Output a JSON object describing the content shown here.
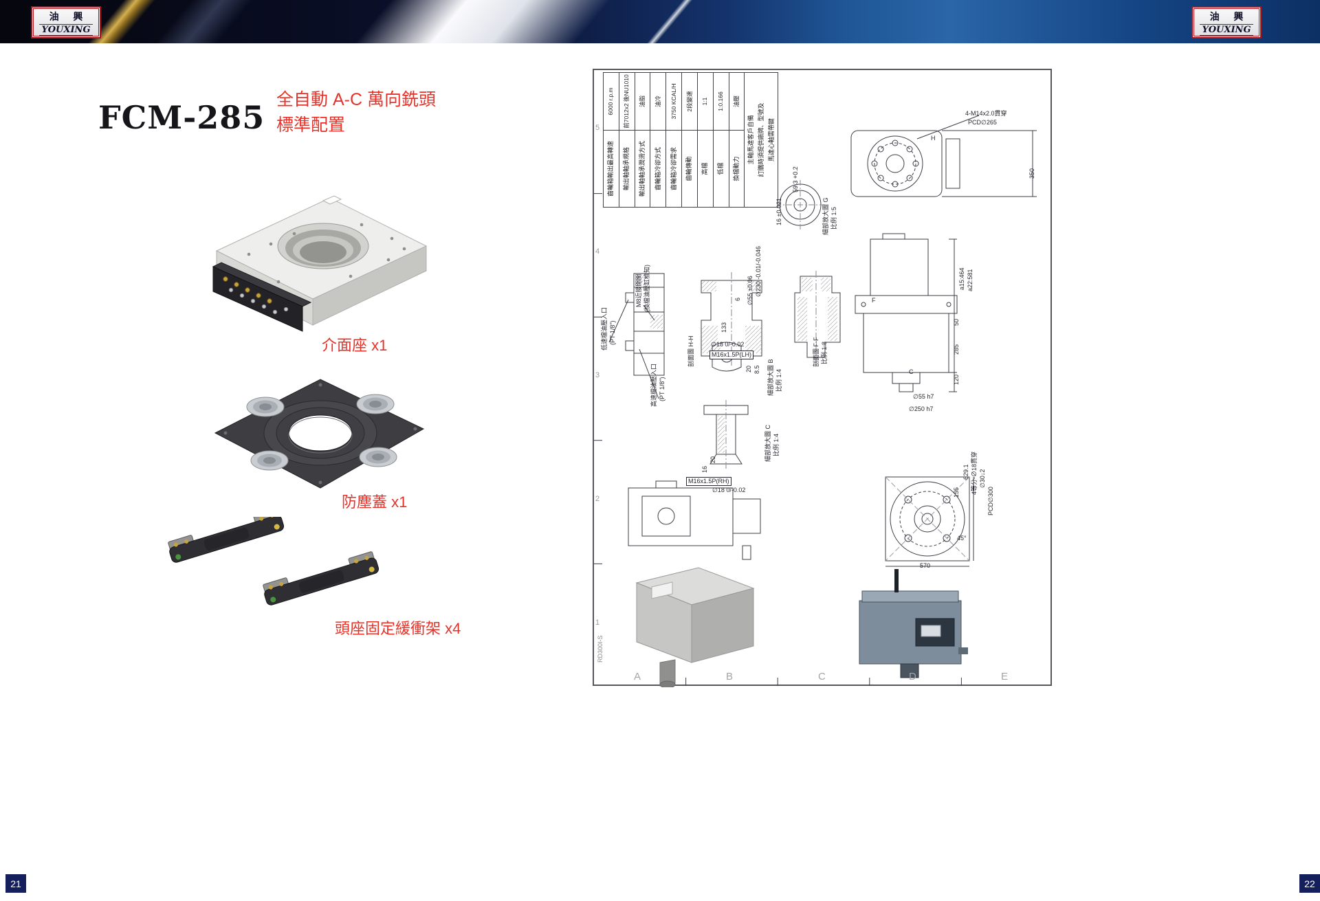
{
  "brand": {
    "name_cn": "油 興",
    "name_en": "YOUXING"
  },
  "left_page": {
    "model": "FCM-285",
    "subtitle_line1": "全自動 A-C 萬向銑頭",
    "subtitle_line2": "標準配置",
    "products": [
      {
        "label": "介面座 x1"
      },
      {
        "label": "防塵蓋 x1"
      },
      {
        "label": "頭座固定緩衝架 x4"
      }
    ],
    "page_number": "21"
  },
  "right_page": {
    "page_number": "22"
  },
  "drawing": {
    "doc_number": "RD300I-S",
    "grid_rows": [
      "5",
      "4",
      "3",
      "2",
      "1"
    ],
    "grid_cols": [
      "A",
      "B",
      "C",
      "D",
      "E"
    ],
    "spec_table": {
      "rows": [
        {
          "label": "齒輪箱輸出最高轉速",
          "value": "6000 r.p.m"
        },
        {
          "label": "輸出軸軸承規格",
          "value": "前7012x2 後NU1010"
        },
        {
          "label": "輸出軸軸承潤滑方式",
          "value": "油脂"
        },
        {
          "label": "齒輪箱冷卻方式",
          "value": "油冷"
        },
        {
          "label": "齒輪箱冷卻需求",
          "value": "3750 KCAL/H"
        },
        {
          "label": "齒輪傳動",
          "value": "2段變速"
        },
        {
          "label": "高檔",
          "value": "1:1"
        },
        {
          "label": "低檔",
          "value": "1:0.166"
        },
        {
          "label": "換檔動力",
          "value": "油壓"
        }
      ],
      "note_line1": "主軸馬達客戶自備",
      "note_line2": "訂購時須提供廠牌、型號及",
      "note_line3": "馬達心軸需帶鍵"
    },
    "annotations": [
      "4-M14x2.0貫穿",
      "PCD∅265",
      "350",
      "H",
      "59.3 +0.2",
      "16 ±0.021",
      "細部放大圖 G",
      "比例 1:5",
      "∅230 -0.01/-0.046",
      "∅55 ±0.06",
      "6",
      "133",
      "剖面圖 H-H",
      "剖面圖 F-F",
      "比例 1:8",
      "M16x1.5P(LH)",
      "∅18 0/-0.02",
      "20",
      "8.5",
      "細部放大圖 B",
      "比例 1:4",
      "低速檔油壓入口",
      "(PT 1/8\")",
      "高速檔油壓入口",
      "(PT 1/8\")",
      "M8近接開關",
      "(換檔油壓缸檢知)",
      "a15:464",
      "a22:581",
      "50",
      "285",
      "120",
      "∅55 h7",
      "∅250 h7",
      "細部放大圖 C",
      "比例 1:4",
      "M16x1.5P(RH)",
      "∅18 0/-0.02",
      "16",
      "20",
      "629.1",
      "155",
      "45°",
      "570",
      "4等分-∅18貫穿",
      "∅30↓2",
      "PCD∅300",
      "C",
      "F"
    ]
  }
}
